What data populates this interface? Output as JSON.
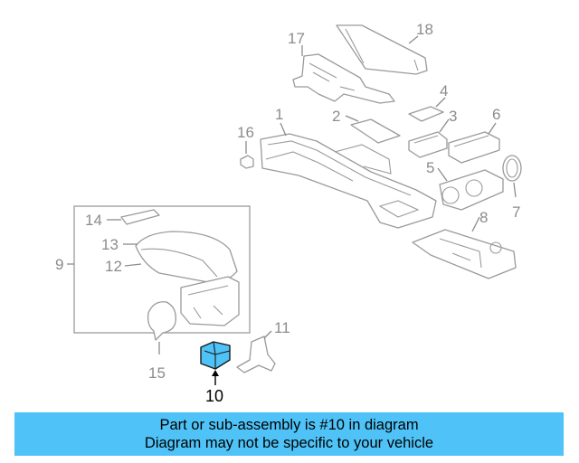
{
  "diagram": {
    "highlight_color": "#4fc3f7",
    "callouts": [
      {
        "id": "1",
        "label": "1"
      },
      {
        "id": "2",
        "label": "2"
      },
      {
        "id": "3",
        "label": "3"
      },
      {
        "id": "4",
        "label": "4"
      },
      {
        "id": "5",
        "label": "5"
      },
      {
        "id": "6",
        "label": "6"
      },
      {
        "id": "7",
        "label": "7"
      },
      {
        "id": "8",
        "label": "8"
      },
      {
        "id": "9",
        "label": "9"
      },
      {
        "id": "10",
        "label": "10"
      },
      {
        "id": "11",
        "label": "11"
      },
      {
        "id": "12",
        "label": "12"
      },
      {
        "id": "13",
        "label": "13"
      },
      {
        "id": "14",
        "label": "14"
      },
      {
        "id": "15",
        "label": "15"
      },
      {
        "id": "16",
        "label": "16"
      },
      {
        "id": "17",
        "label": "17"
      },
      {
        "id": "18",
        "label": "18"
      }
    ]
  },
  "banner": {
    "line1": "Part or sub-assembly is #10 in diagram",
    "line2": "Diagram may not be specific to your vehicle"
  }
}
